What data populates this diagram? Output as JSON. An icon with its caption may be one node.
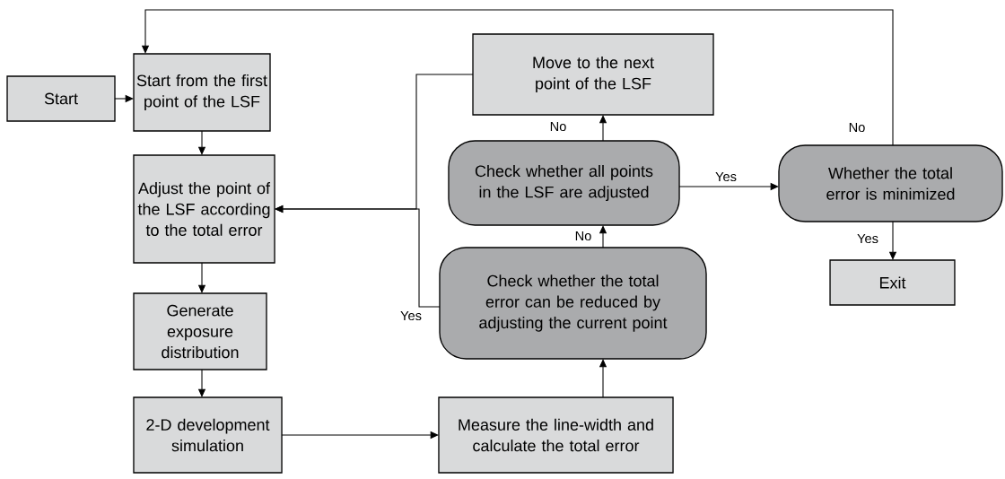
{
  "diagram": {
    "nodes": [
      {
        "text": [
          "Start"
        ]
      },
      {
        "text": [
          "Start from the first point of the LSF"
        ]
      },
      {
        "text": [
          "Adjust the point of the LSF according to the total error"
        ]
      },
      {
        "text": [
          "Generate exposure distribution"
        ]
      },
      {
        "text": [
          "2-D development simulation"
        ]
      },
      {
        "text": [
          "Measure the line-width and calculate the total error"
        ]
      },
      {
        "text": [
          "Check whether the total error can be reduced by adjusting the current point"
        ]
      },
      {
        "text": [
          "Check whether all points in the LSF are adjusted"
        ]
      },
      {
        "text": [
          "Move to the next point of the LSF"
        ]
      },
      {
        "text": [
          "Whether the total error is minimized"
        ]
      },
      {
        "text": [
          "Exit"
        ]
      }
    ],
    "edges": [
      {
        "from": 0,
        "to": 1,
        "arrow": "to"
      },
      {
        "from": 1,
        "to": 2,
        "arrow": "to"
      },
      {
        "from": 2,
        "to": 3,
        "arrow": "to"
      },
      {
        "from": 3,
        "to": 4,
        "arrow": "to"
      },
      {
        "from": 4,
        "to": 5,
        "arrow": "to"
      },
      {
        "from": 5,
        "to": 6,
        "arrow": "to"
      },
      {
        "from": 6,
        "to": 7,
        "arrow": "to",
        "label": "No"
      },
      {
        "from": 7,
        "to": 8,
        "arrow": "to",
        "label": "No"
      },
      {
        "from": 7,
        "to": 9,
        "arrow": "to",
        "label": "Yes"
      },
      {
        "from": 9,
        "to": 10,
        "arrow": "to",
        "label": "Yes"
      },
      {
        "from": 9,
        "to": 1,
        "arrow": "to",
        "label": "No"
      },
      {
        "from": 8,
        "to": 2,
        "arrow": "to"
      },
      {
        "from": 6,
        "to": 2,
        "arrow": "to",
        "label": "Yes"
      }
    ]
  }
}
